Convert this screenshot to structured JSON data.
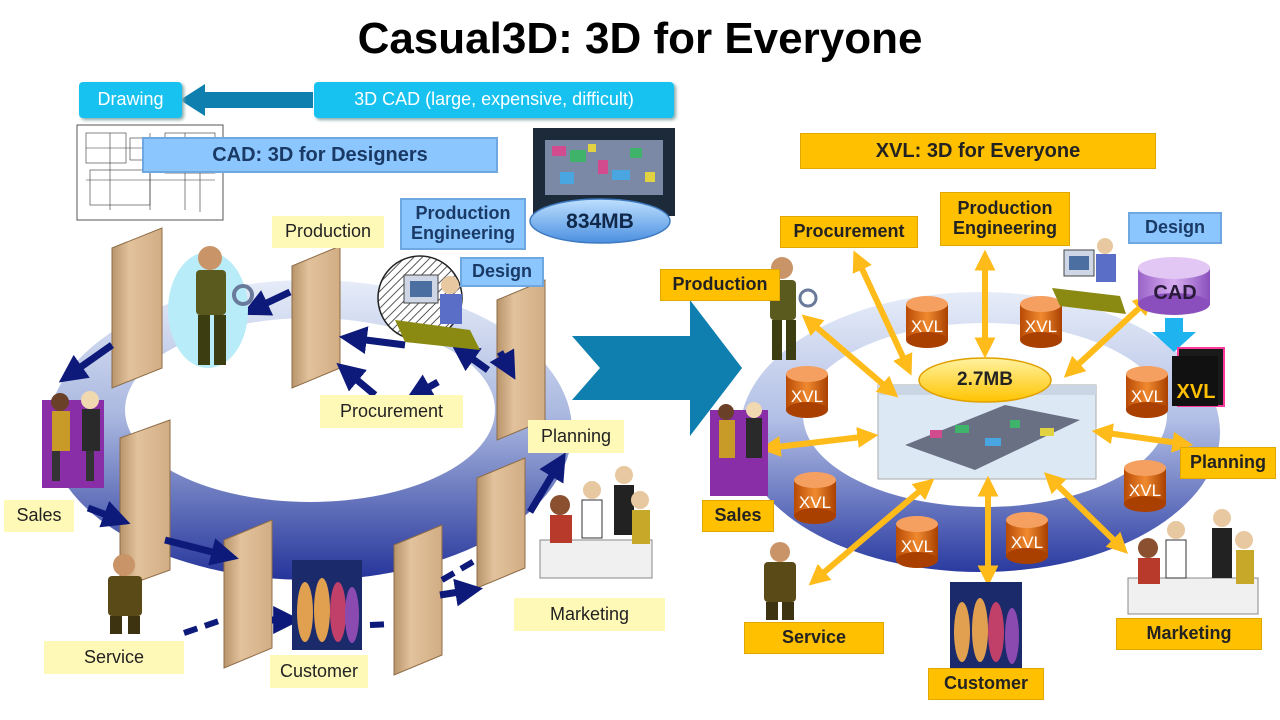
{
  "title": "Casual3D: 3D for Everyone",
  "left": {
    "drawing": "Drawing",
    "cad_large": "3D CAD (large, expensive, difficult)",
    "cad_designers": "CAD: 3D for Designers",
    "size_badge": "834MB",
    "production": "Production",
    "production_engineering_1": "Production",
    "production_engineering_2": "Engineering",
    "design": "Design",
    "procurement": "Procurement",
    "planning": "Planning",
    "sales": "Sales",
    "service": "Service",
    "customer": "Customer",
    "marketing": "Marketing"
  },
  "right": {
    "xvl_everyone": "XVL: 3D for Everyone",
    "procurement": "Procurement",
    "production_engineering_1": "Production",
    "production_engineering_2": "Engineering",
    "design": "Design",
    "cad": "CAD",
    "production": "Production",
    "size_badge": "2.7MB",
    "planning": "Planning",
    "sales": "Sales",
    "service": "Service",
    "customer": "Customer",
    "marketing": "Marketing",
    "xvl_tag": "XVL",
    "xvl_file": "XVL"
  },
  "colors": {
    "ring_light": "#dde6f5",
    "ring_dark": "#2e3d9c",
    "arrow_navy": "#0d1a7a",
    "arrow_orange": "#ffbb1a",
    "teal_arrow": "#0e7fae",
    "wall": "#d8b48a",
    "xvl_cylinder": "#e06a10"
  }
}
